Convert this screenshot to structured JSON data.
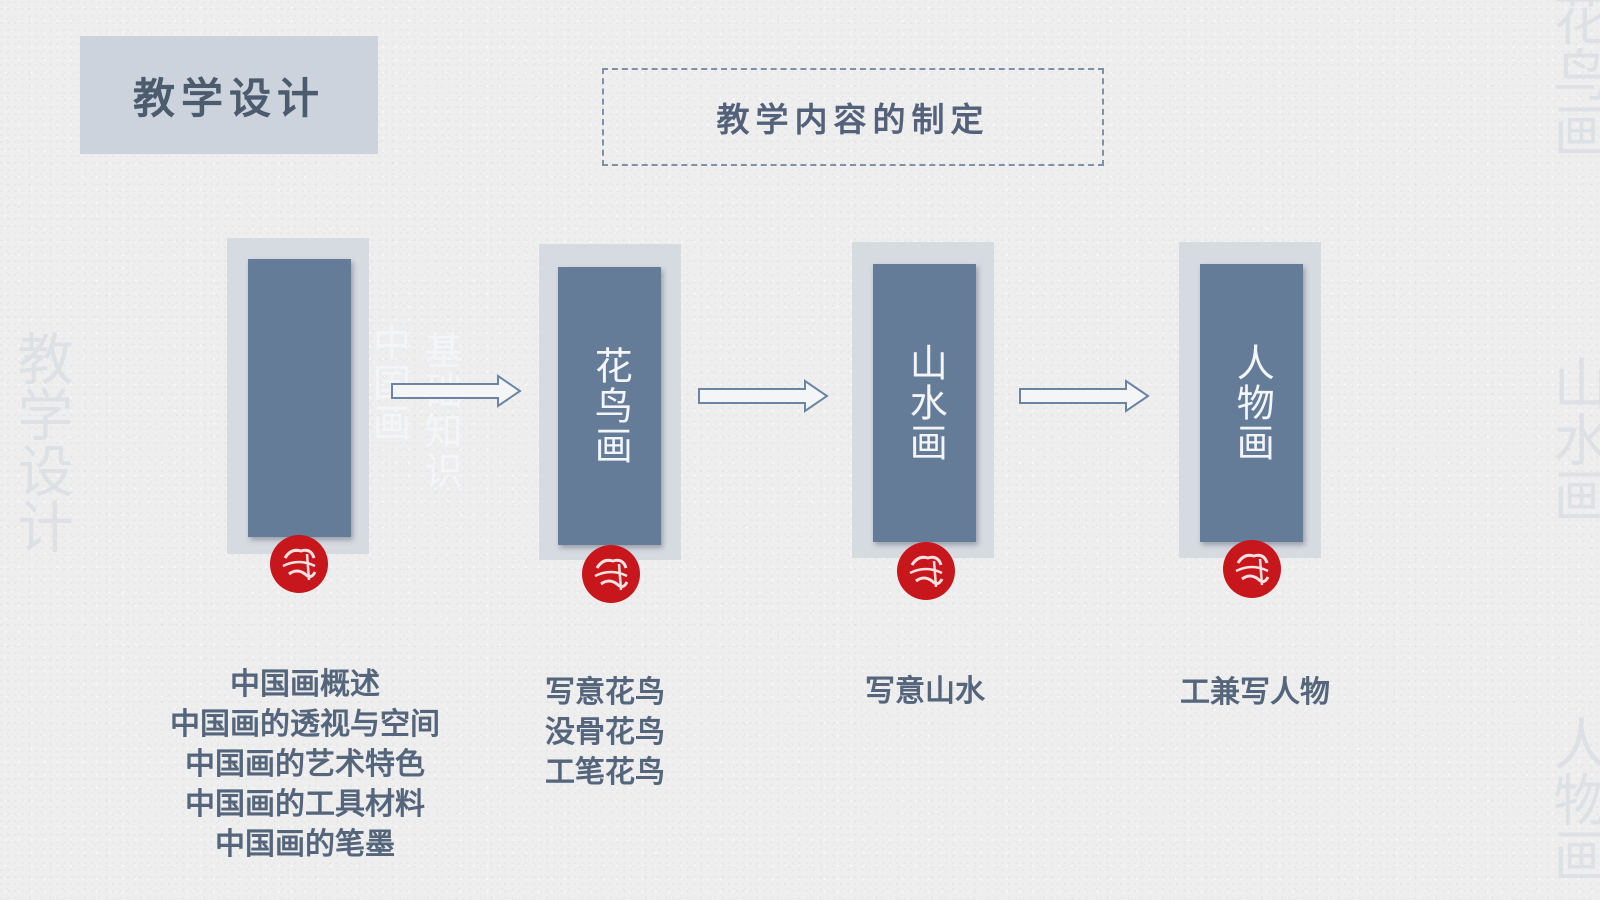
{
  "slide": {
    "title": "教学设计",
    "section_title": "教学内容的制定"
  },
  "flow": {
    "cards": [
      {
        "col_a": "中国画",
        "col_b": "基础知识"
      },
      {
        "label": "花鸟画"
      },
      {
        "label": "山水画"
      },
      {
        "label": "人物画"
      }
    ],
    "descriptions": [
      [
        "中国画概述",
        "中国画的透视与空间",
        "中国画的艺术特色",
        "中国画的工具材料",
        "中国画的笔墨"
      ],
      [
        "写意花鸟",
        "没骨花鸟",
        "工笔花鸟"
      ],
      [
        "写意山水"
      ],
      [
        "工兼写人物"
      ]
    ]
  },
  "watermarks": {
    "left": "教学设计",
    "right_top": "花鸟画",
    "right_middle": "山水画",
    "right_bottom": "人物画"
  },
  "colors": {
    "title_box": "#ccd3dc",
    "card": "#647c98",
    "seal": "#c8161d",
    "text": "#55657c"
  },
  "icons": {
    "arrow": "outline-right-arrow-icon",
    "seal": "red-seal-stamp-icon"
  }
}
